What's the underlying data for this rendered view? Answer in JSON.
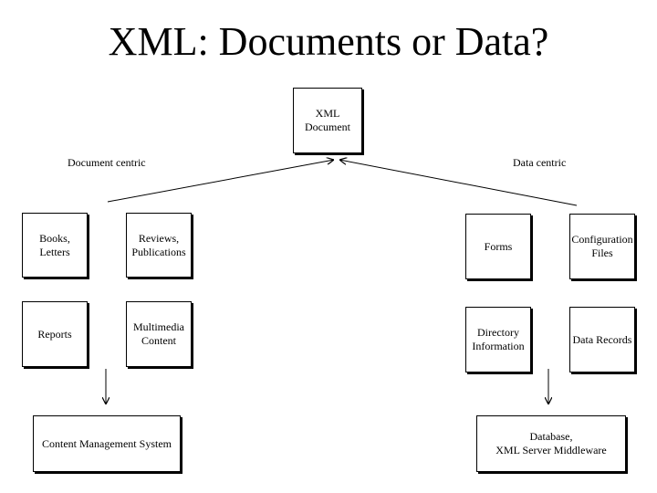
{
  "title": "XML: Documents or Data?",
  "root": {
    "label": "XML\nDocument"
  },
  "left": {
    "heading": "Document centric",
    "items": [
      "Books,\nLetters",
      "Reviews,\nPublications",
      "Reports",
      "Multimedia\nContent"
    ],
    "system": "Content Management System"
  },
  "right": {
    "heading": "Data centric",
    "items": [
      "Forms",
      "Configuration\nFiles",
      "Directory\nInformation",
      "Data Records"
    ],
    "system": "Database,\nXML Server Middleware"
  }
}
